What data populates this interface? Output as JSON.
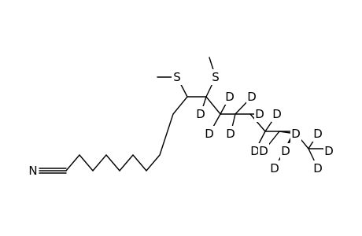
{
  "molecule": {
    "labels": {
      "nitrogen": "N",
      "sulfur_1": "S",
      "sulfur_2": "S",
      "deuterium": "D"
    },
    "colors": {
      "bond": "#000000",
      "text": "#000000",
      "background": "#ffffff"
    }
  }
}
